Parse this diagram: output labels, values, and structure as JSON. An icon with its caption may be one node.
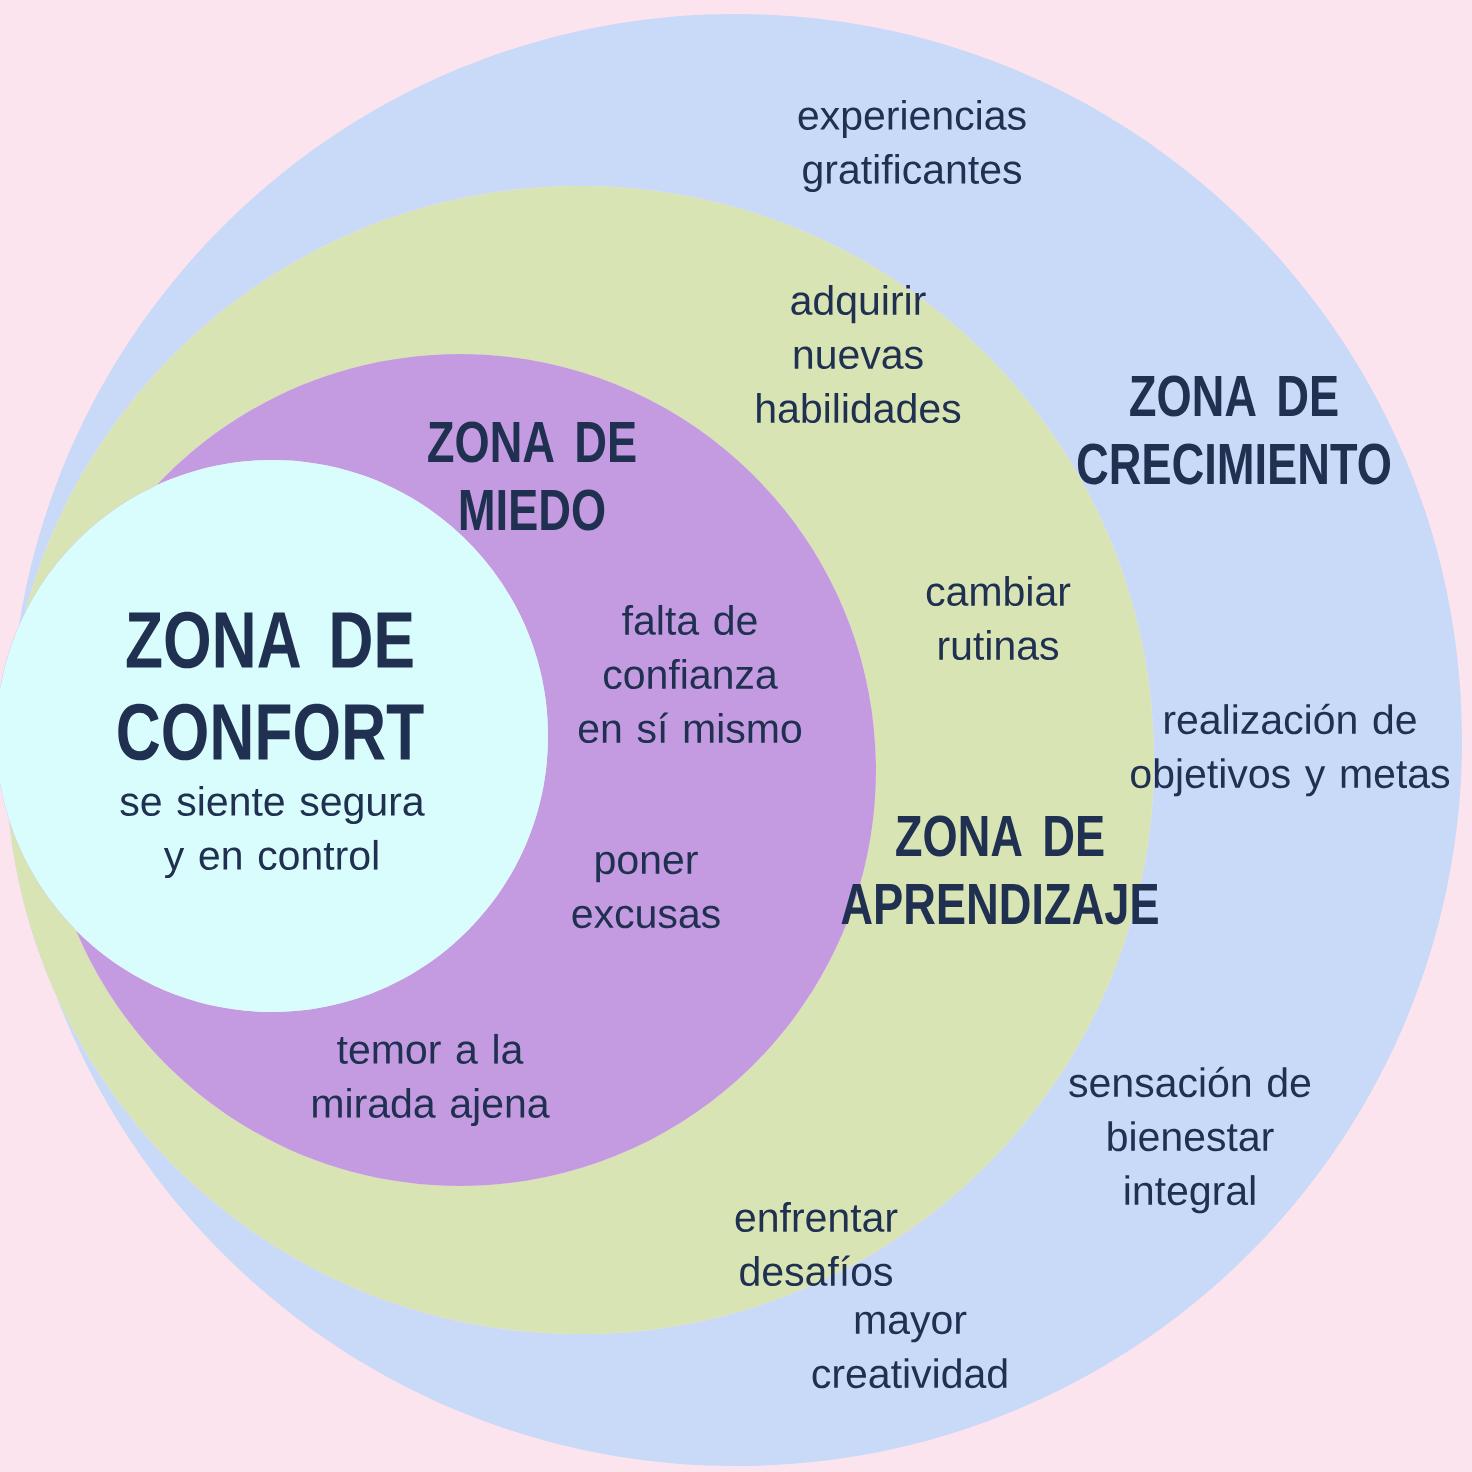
{
  "diagram": {
    "nodes": [
      {
        "text": [
          "experiencias gratificantes",
          "ZONA DE CRECIMIENTO",
          "realización de objetivos y metas",
          "sensación de bienestar integral",
          "mayor creatividad"
        ]
      },
      {
        "text": [
          "adquirir nuevas habilidades",
          "cambiar rutinas",
          "ZONA DE APRENDIZAJE",
          "enfrentar desafíos"
        ],
        "in": 0
      },
      {
        "text": [
          "ZONA DE MIEDO",
          "falta de confianza en sí mismo",
          "poner excusas",
          "temor a la mirada ajena"
        ],
        "in": 1
      },
      {
        "text": [
          "ZONA DE CONFORT",
          "se siente segura y en control"
        ],
        "in": 2
      }
    ]
  }
}
